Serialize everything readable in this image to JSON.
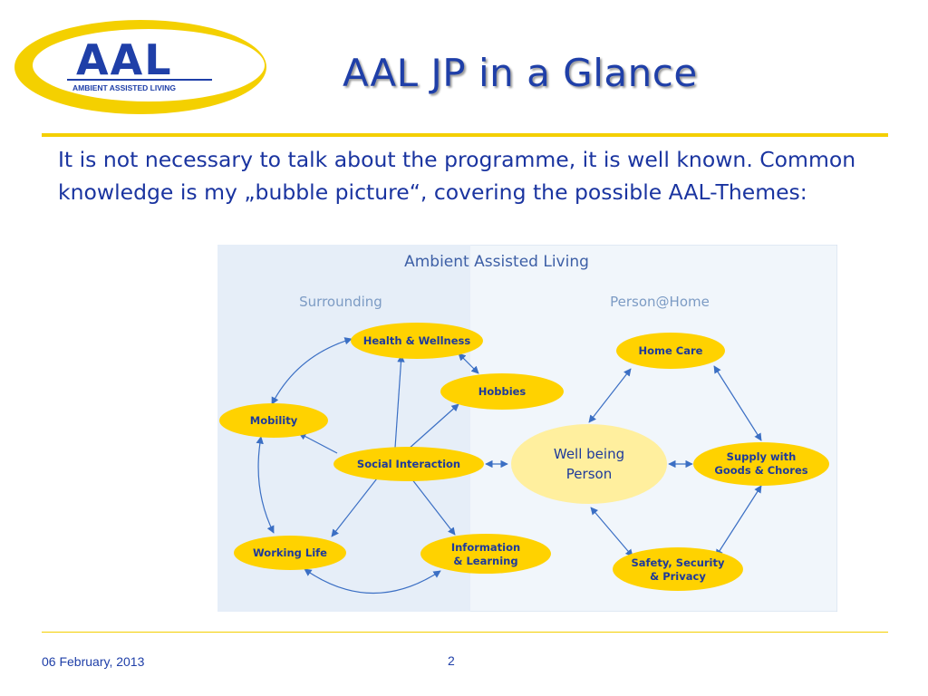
{
  "logo": {
    "acronym": "AAL",
    "subtitle": "AMBIENT ASSISTED LIVING",
    "colors": {
      "ring": "#f4d000",
      "text": "#1f3fa8"
    }
  },
  "slide": {
    "title": "AAL JP in a Glance",
    "intro": "It is not necessary to talk about the programme, it is well known. Common knowledge is my „bubble picture“, covering the possible AAL-Themes:"
  },
  "diagram": {
    "title": "Ambient Assisted Living",
    "left_heading": "Surrounding",
    "right_heading": "Person@Home",
    "nodes": {
      "health": {
        "label": "Health & Wellness"
      },
      "hobbies": {
        "label": "Hobbies"
      },
      "mobility": {
        "label": "Mobility"
      },
      "social": {
        "label": "Social Interaction"
      },
      "working": {
        "label": "Working Life"
      },
      "information": {
        "line1": "Information",
        "line2": "& Learning"
      },
      "homecare": {
        "label": "Home Care"
      },
      "wellbeing": {
        "line1": "Well being",
        "line2": "Person"
      },
      "supply": {
        "line1": "Supply with",
        "line2": "Goods & Chores"
      },
      "safety": {
        "line1": "Safety, Security",
        "line2": "& Privacy"
      }
    },
    "colors": {
      "bubble": "#ffd200",
      "center_bubble": "#ffef9e",
      "arrow": "#3b6fc4",
      "left_bg": "#e6eef8",
      "right_bg": "#f1f6fb",
      "heading": "#7c9bc4"
    }
  },
  "footer": {
    "date": "06 February, 2013",
    "page": "2"
  },
  "colors": {
    "accent_rule": "#f4cf00",
    "text_blue": "#1a34a0"
  }
}
